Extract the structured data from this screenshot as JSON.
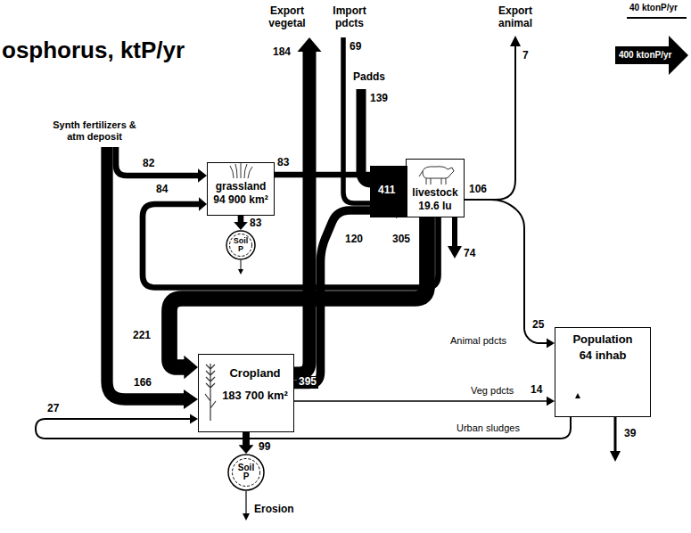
{
  "diagram": {
    "title": "osphorus, ktP/yr",
    "nodes": [
      {
        "text": [
          "grassland",
          "94 900 km²"
        ]
      },
      {
        "text": [
          "livestock",
          "19.6 lu"
        ]
      },
      {
        "text": [
          "Soil P"
        ]
      },
      {
        "text": [
          "Population",
          "64 inhab"
        ]
      },
      {
        "text": [
          "Cropland",
          "183 700 km²"
        ]
      },
      {
        "text": [
          "Soil P"
        ]
      }
    ],
    "edges": [
      {
        "from": 0,
        "to": 1,
        "label": "83",
        "arrow": "to"
      },
      {
        "from": 0,
        "to": 2,
        "label": "83",
        "arrow": "to"
      },
      {
        "from": 1,
        "to": 4,
        "label": "221",
        "arrow": "to"
      },
      {
        "from": 1,
        "to": 0,
        "label": "84",
        "arrow": "to"
      },
      {
        "from": 4,
        "to": 1,
        "label": "120",
        "arrow": "to"
      },
      {
        "from": 4,
        "to": 5,
        "label": "99",
        "arrow": "to"
      },
      {
        "from": 1,
        "to": 3,
        "label": "25",
        "arrow": "to"
      },
      {
        "from": 4,
        "to": 3,
        "label": "14",
        "arrow": "to"
      },
      {
        "from": 3,
        "to": 4,
        "label": "27",
        "arrow": "to"
      }
    ],
    "labels": [
      "Synth fertilizers & atm deposit",
      "Export vegetal",
      "Import pdcts",
      "184",
      "69",
      "Padds",
      "139",
      "411",
      "Export animal",
      "7",
      "106",
      "74",
      "305",
      "82",
      "166",
      "395",
      "Animal pdcts",
      "Veg pdcts",
      "Urban sludges",
      "39",
      "Erosion"
    ],
    "legend": [
      {
        "text": "40 ktonP/yr"
      },
      {
        "text": "400 ktonP/yr"
      }
    ]
  }
}
